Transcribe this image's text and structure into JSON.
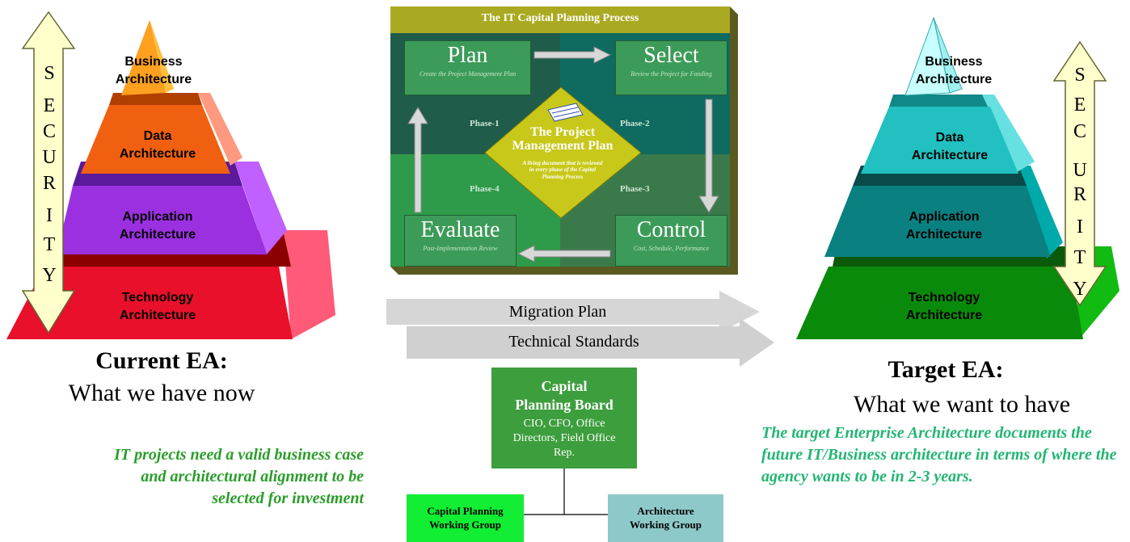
{
  "current_ea": {
    "layers": {
      "business": "Business Architecture",
      "data": "Data Architecture",
      "application": "Application Architecture",
      "technology": "Technology Architecture"
    },
    "security_letters": [
      "S",
      "E",
      "C",
      "U",
      "R",
      "I",
      "T",
      "Y"
    ],
    "title": "Current EA:",
    "subtitle": "What we have now",
    "note": "IT projects need a valid business case and architectural alignment to be selected for investment"
  },
  "target_ea": {
    "layers": {
      "business": "Business Architecture",
      "data": "Data Architecture",
      "application": "Application Architecture",
      "technology": "Technology Architecture"
    },
    "security_letters": [
      "S",
      "E",
      "C",
      "U",
      "R",
      "I",
      "T",
      "Y"
    ],
    "title": "Target EA:",
    "subtitle": "What we want to have",
    "note": "The target Enterprise Architecture documents the future IT/Business architecture in terms of where the agency wants to be in 2-3 years."
  },
  "capital_planning": {
    "title": "The IT Capital Planning Process",
    "phases": {
      "plan": {
        "title": "Plan",
        "sub": "Create the Project Management Plan",
        "label": "Phase-1"
      },
      "select": {
        "title": "Select",
        "sub": "Review the Project for Funding",
        "label": "Phase-2"
      },
      "control": {
        "title": "Control",
        "sub": "Cost, Schedule, Performance",
        "label": "Phase-3"
      },
      "evaluate": {
        "title": "Evaluate",
        "sub": "Post-Implementation Review",
        "label": "Phase-4"
      }
    },
    "center_title": "The Project Management Plan",
    "center_note": "A living document that is reviewed in every phase of the Capital Planning Process"
  },
  "arrows": {
    "migration": "Migration Plan",
    "standards": "Technical Standards"
  },
  "org": {
    "board_title": "Capital Planning Board",
    "board_members": "CIO, CFO, Office Directors, Field Office Rep.",
    "cp_group": "Capital Planning Working Group",
    "arch_group": "Architecture Working Group"
  },
  "colors": {
    "note_green_left": "#2a9d2a",
    "note_green_right": "#22b573"
  }
}
